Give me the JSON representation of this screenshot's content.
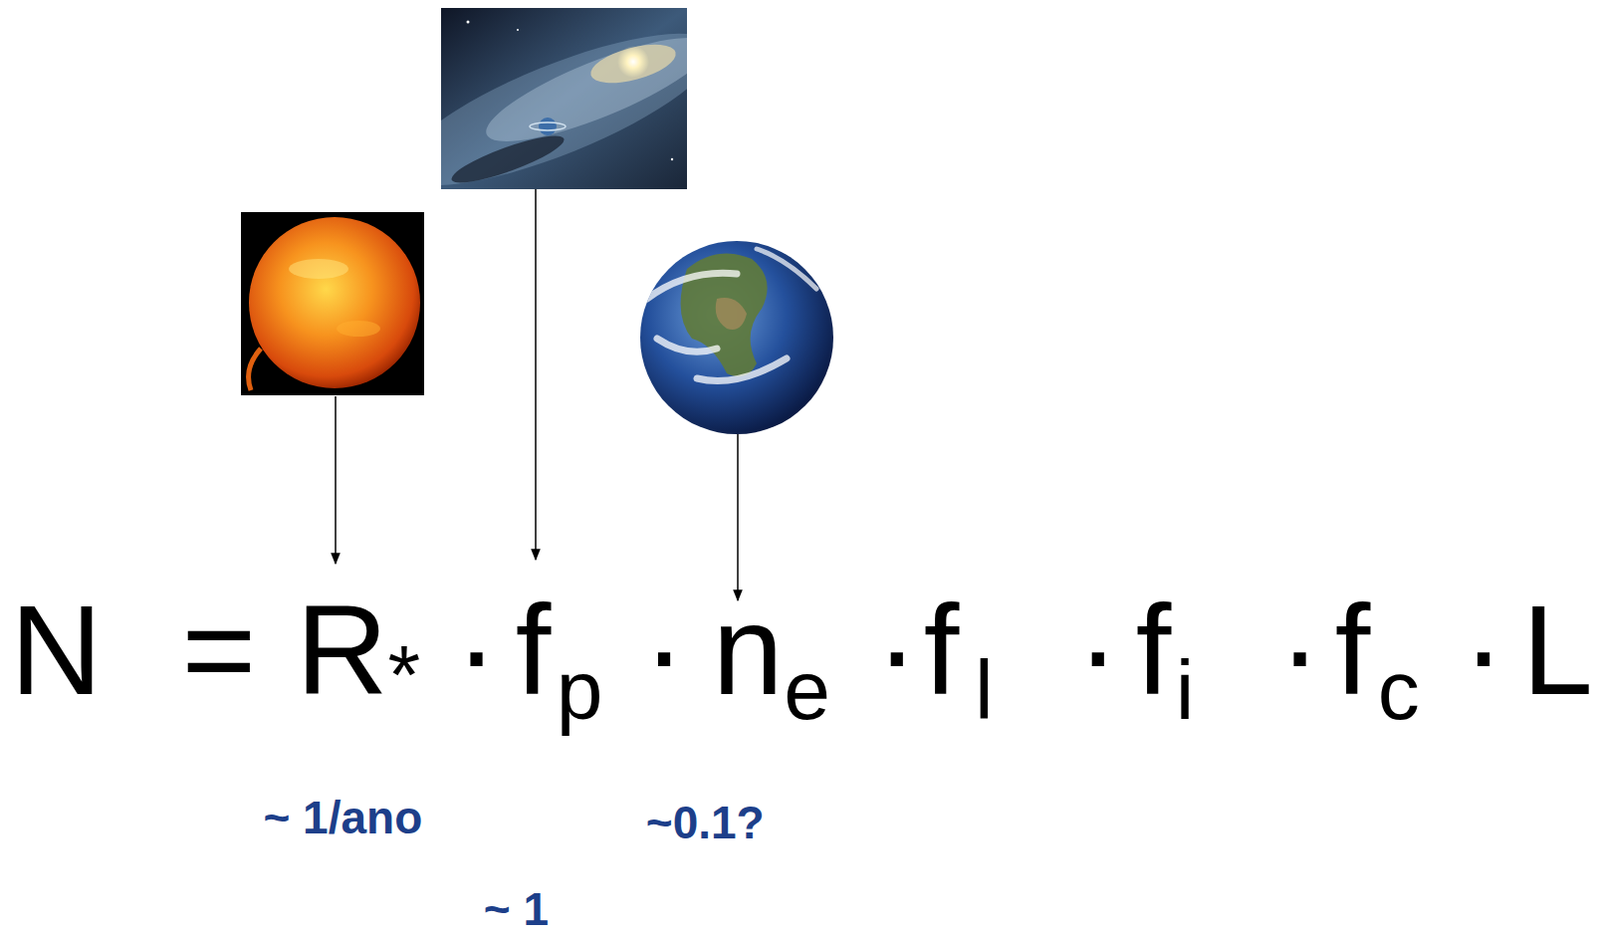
{
  "diagram": {
    "labels": [
      "N",
      "=",
      "R",
      "*",
      "·",
      "f",
      "p",
      "·",
      "n",
      "e",
      "·",
      "f",
      "l",
      "·",
      "f",
      "i",
      "·",
      "f",
      "c",
      "·",
      "L",
      "~ 1/ano",
      "~0.1?",
      "~ 1"
    ]
  }
}
